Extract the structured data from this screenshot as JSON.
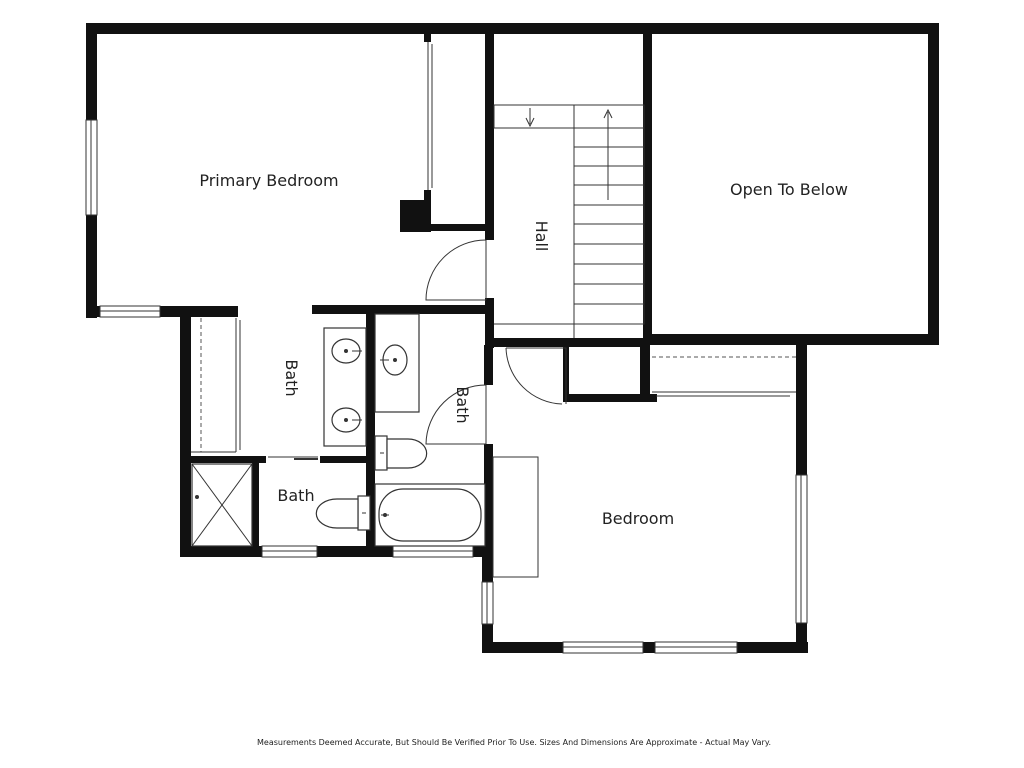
{
  "rooms": {
    "primary_bedroom": "Primary Bedroom",
    "open_to_below": "Open To Below",
    "hall": "Hall",
    "bath_primary": "Bath",
    "bath_hall": "Bath",
    "bath_toilet_room": "Bath",
    "bedroom": "Bedroom"
  },
  "disclaimer": "Measurements Deemed Accurate, But Should Be Verified Prior To Use. Sizes And Dimensions Are Approximate - Actual May Vary."
}
